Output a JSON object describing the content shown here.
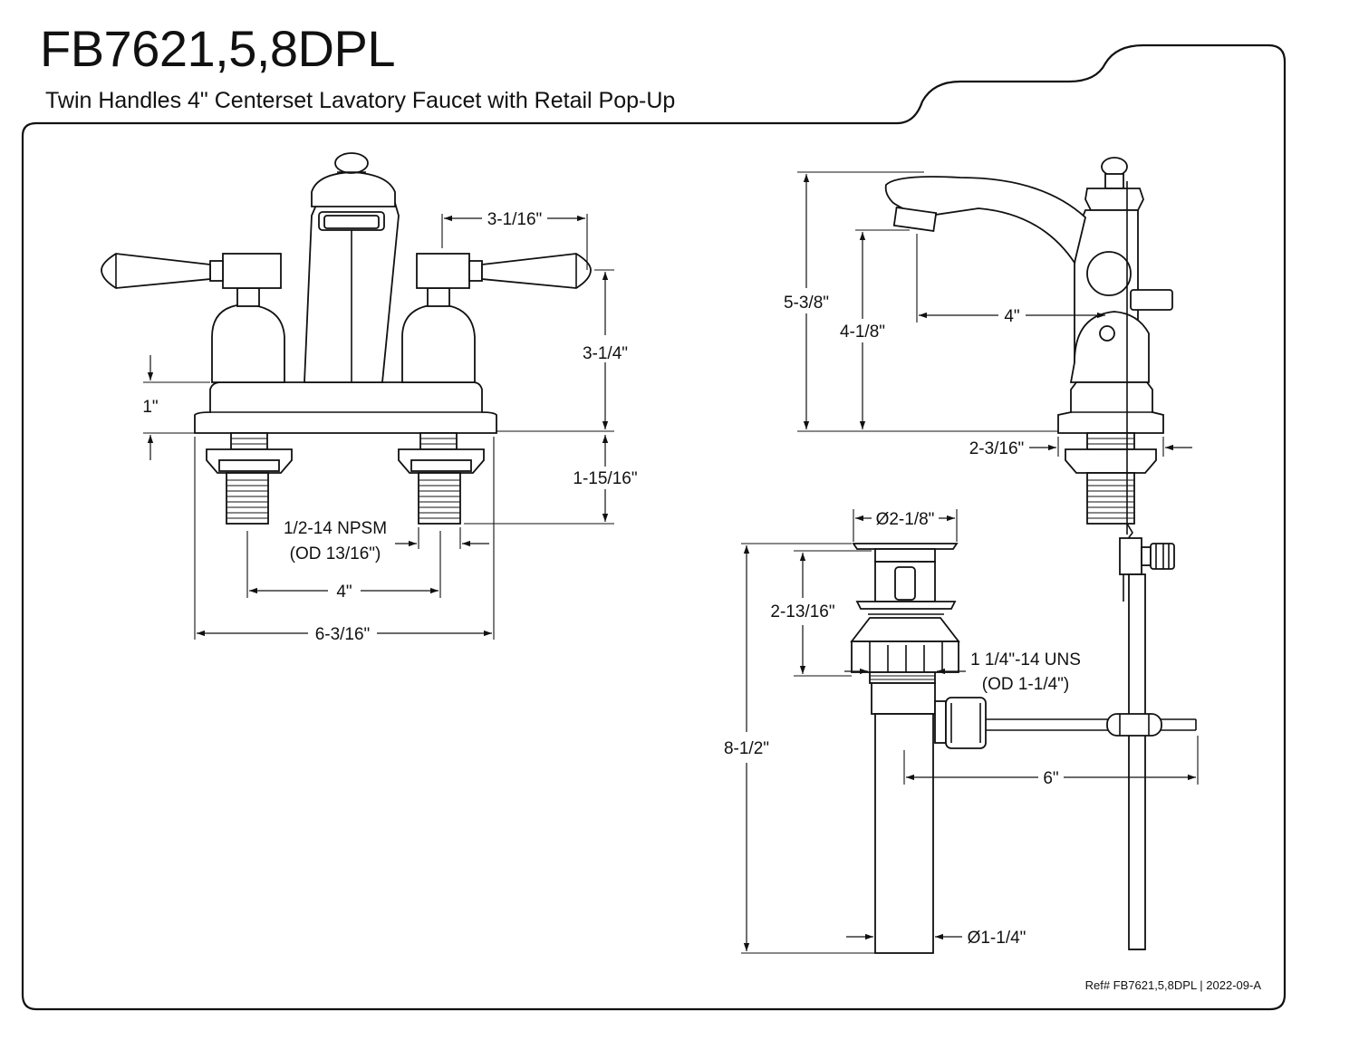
{
  "header": {
    "title": "FB7621,5,8DPL",
    "subtitle": "Twin Handles 4\" Centerset Lavatory Faucet with Retail Pop-Up"
  },
  "front_view": {
    "dims": {
      "spout_to_handle": "3-1/16\"",
      "handle_height": "3-1/4\"",
      "base_height": "1\"",
      "shank_length": "1-15/16\"",
      "thread_line1": "1/2-14 NPSM",
      "thread_line2": "(OD 13/16\")",
      "center_spacing": "4\"",
      "overall_width": "6-3/16\""
    }
  },
  "side_view": {
    "dims": {
      "overall_height": "5-3/8\"",
      "spout_height": "4-1/8\"",
      "spout_reach": "4\"",
      "base_depth": "2-3/16\""
    }
  },
  "drain_view": {
    "dims": {
      "flange_diameter": "Ø2-1/8\"",
      "flange_to_nut": "2-13/16\"",
      "thread_line1": "1 1/4\"-14 UNS",
      "thread_line2": "(OD 1-1/4\")",
      "overall_length": "8-1/2\"",
      "lift_rod_length": "6\"",
      "tail_diameter": "Ø1-1/4\""
    }
  },
  "footer": {
    "ref": "Ref# FB7621,5,8DPL | 2022-09-A"
  }
}
